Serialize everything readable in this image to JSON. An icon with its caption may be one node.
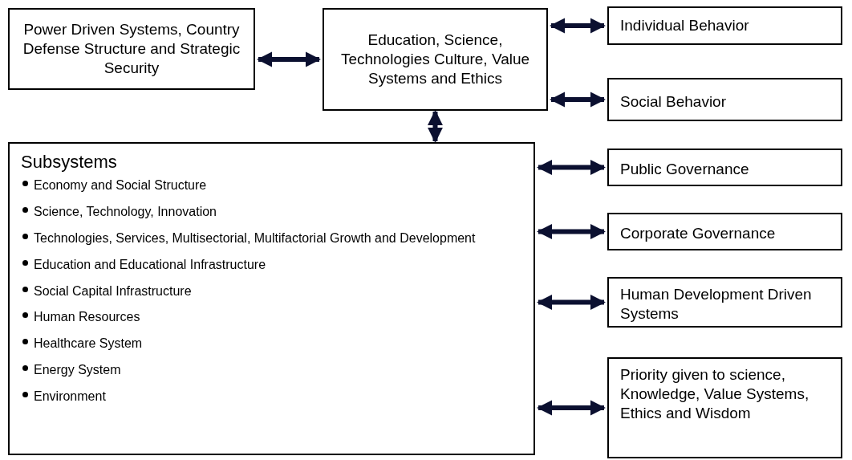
{
  "diagram": {
    "nodes": [
      {
        "text": [
          "Power Driven Systems, Country Defense Structure and Strategic Security"
        ]
      },
      {
        "text": [
          "Education, Science, Technologies Culture, Value Systems and Ethics"
        ]
      },
      {
        "text": [
          "Individual Behavior"
        ]
      },
      {
        "text": [
          "Social Behavior"
        ]
      },
      {
        "text": [
          "Subsystems",
          "Economy and Social Structure",
          "Science, Technology, Innovation",
          "Technologies, Services, Multisectorial, Multifactorial Growth and Development",
          "Education and Educational Infrastructure",
          "Social Capital Infrastructure",
          "Human Resources",
          "Healthcare System",
          "Energy System",
          "Environment"
        ]
      },
      {
        "text": [
          "Public Governance"
        ]
      },
      {
        "text": [
          "Corporate Governance"
        ]
      },
      {
        "text": [
          "Human Development Driven Systems"
        ]
      },
      {
        "text": [
          "Priority given to science, Knowledge, Value Systems, Ethics and Wisdom"
        ]
      }
    ],
    "edges": [
      {
        "from": 0,
        "to": 1,
        "arrow": "both"
      },
      {
        "from": 1,
        "to": 2,
        "arrow": "both"
      },
      {
        "from": 1,
        "to": 3,
        "arrow": "both"
      },
      {
        "from": 1,
        "to": 4,
        "arrow": "both"
      },
      {
        "from": 4,
        "to": 5,
        "arrow": "both"
      },
      {
        "from": 4,
        "to": 6,
        "arrow": "both"
      },
      {
        "from": 4,
        "to": 7,
        "arrow": "both"
      },
      {
        "from": 4,
        "to": 8,
        "arrow": "both"
      }
    ]
  }
}
